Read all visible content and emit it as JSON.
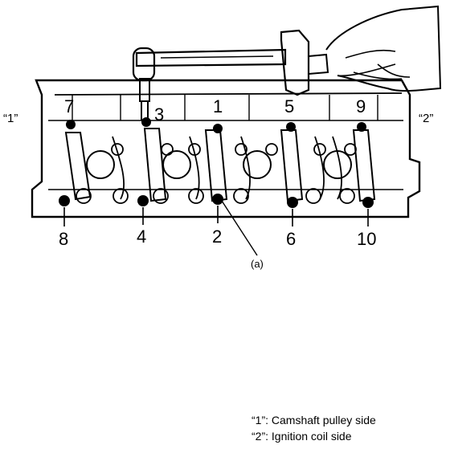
{
  "side_labels": {
    "left": "“1”",
    "right": "“2”"
  },
  "bolt_labels": {
    "b1": "1",
    "b2": "2",
    "b3": "3",
    "b4": "4",
    "b5": "5",
    "b6": "6",
    "b7": "7",
    "b8": "8",
    "b9": "9",
    "b10": "10"
  },
  "callout": {
    "label": "(a)"
  },
  "legend": [
    "“1”: Camshaft pulley side",
    "“2”: Ignition coil side"
  ]
}
